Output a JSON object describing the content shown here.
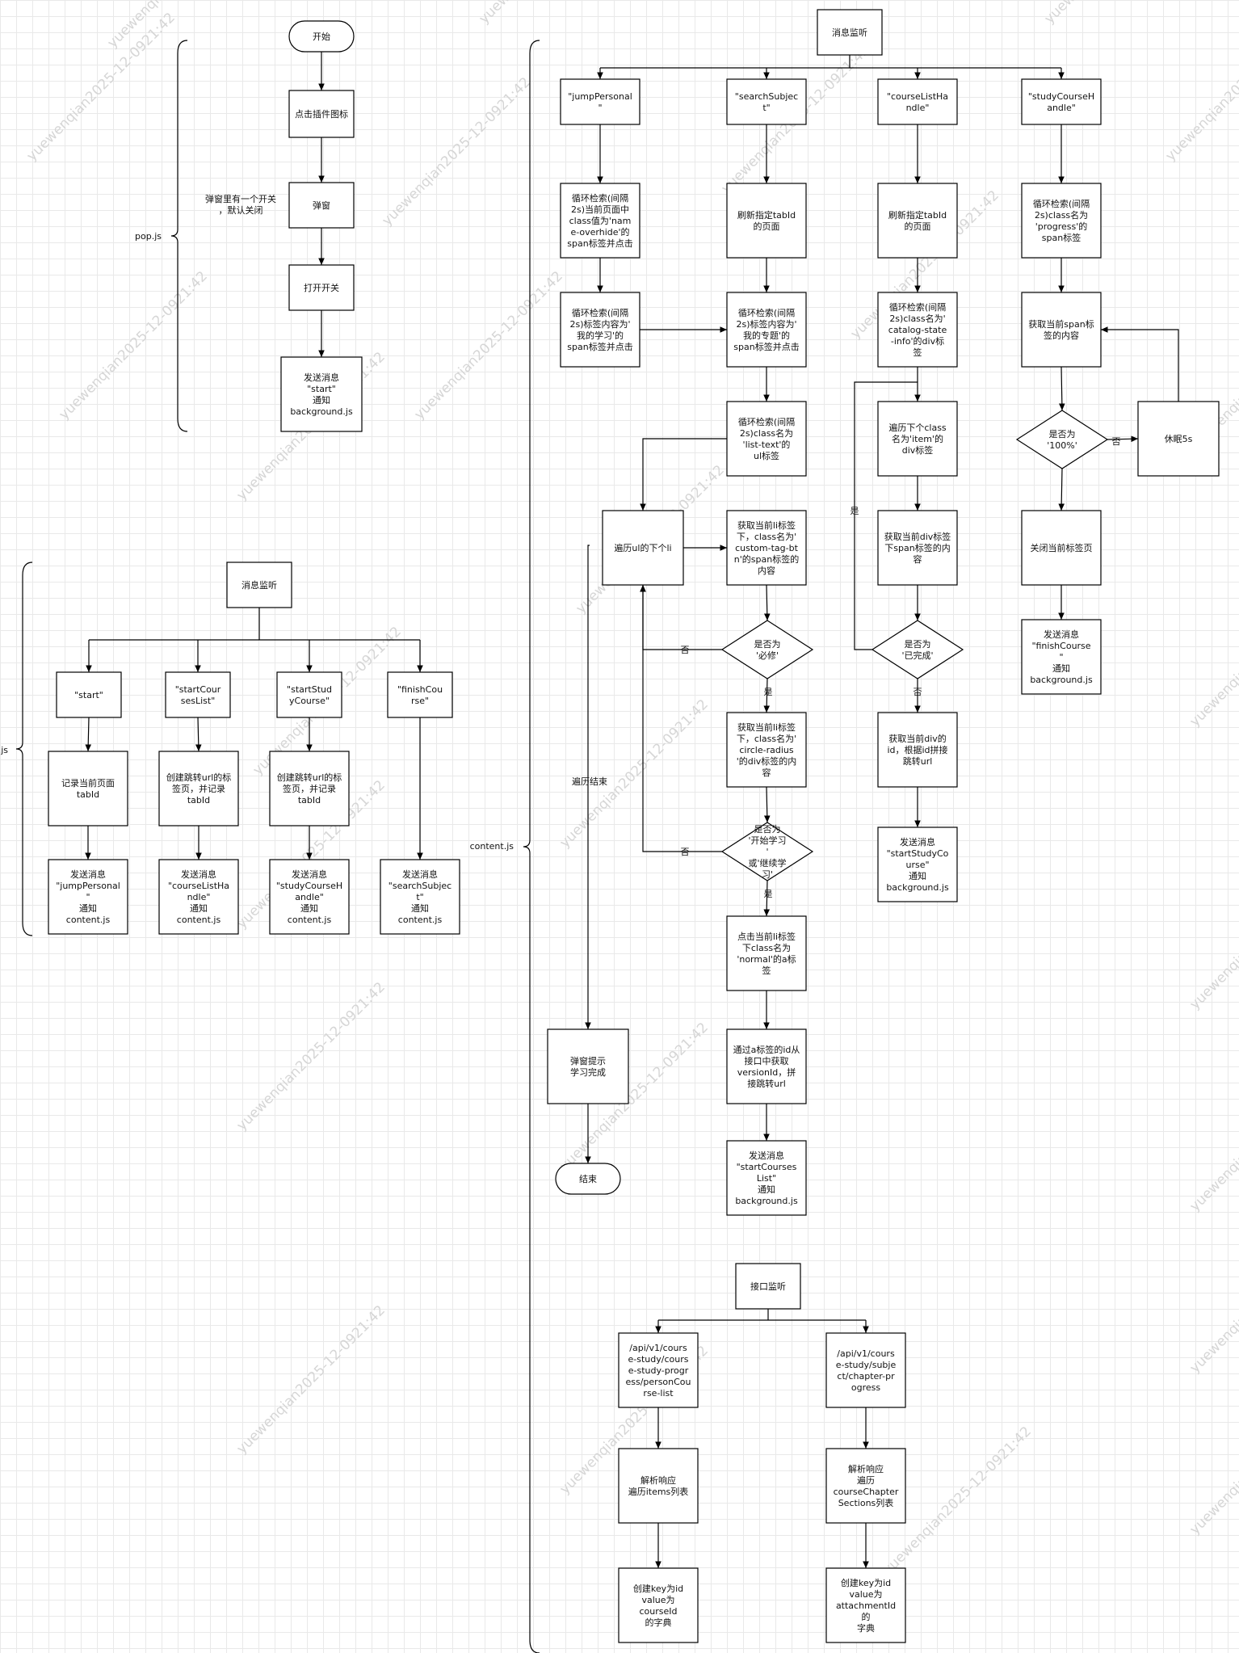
{
  "watermark": "yuewenqian2025-12-0921:42",
  "sections": {
    "pop": "pop.js",
    "background": ".js",
    "content": "content.js"
  },
  "pop": {
    "start": "开始",
    "click_icon": "点击插件图标",
    "popup": "弹窗",
    "popup_note": "弹窗里有一个开关，默认关闭",
    "open_switch": "打开开关",
    "send_start": "发送消息\n\"start\"\n通知\nbackground.js"
  },
  "background": {
    "listener": "消息监听",
    "start": "\"start\"",
    "start_course_list": "\"startCoursesList\"",
    "start_study_course": "\"startStudyCourse\"",
    "finish_course": "\"finishCourse\"",
    "record_tab": "记录当前页面tabId",
    "create_tab_1": "创建跳转url的标签页，并记录tabId",
    "create_tab_2": "创建跳转url的标签页，并记录tabId",
    "send_jump": "发送消息\n\"jumpPersonal\"\n通知content.js",
    "send_course_list": "发送消息\n\"courseListHandle\"\n通知content.js",
    "send_study": "发送消息\n\"studyCourseHandle\"\n通知content.js",
    "send_search": "发送消息\n\"searchSubject\"\n通知content.js"
  },
  "content": {
    "listener": "消息监听",
    "jump_personal": "\"jumpPersonal\"",
    "search_subject": "\"searchSubject\"",
    "course_list_handle": "\"courseListHandle\"",
    "study_course_handle": "\"studyCourseHandle\"",
    "jp_loop1": "循环检索(间隔2s)当前页面中class值为'name-overhide'的span标签并点击",
    "jp_loop2": "循环检索(间隔2s)标签内容为'我的学习'的span标签并点击",
    "ss_refresh": "刷新指定tabId的页面",
    "ss_loop_topic": "循环检索(间隔2s)标签内容为'我的专题'的span标签并点击",
    "ss_loop_ul": "循环检索(间隔2s)class名为'list-text'的ul标签",
    "traverse_li": "遍历ul的下个li",
    "get_tag_btn": "获取当前li标签下，class名为'custom-tag-btn'的span标签的内容",
    "is_required": "是否为\n'必修'",
    "get_circle": "获取当前li标签下，class名为'circle-radius'的div标签的内容",
    "is_start_study": "是否为\n'开始学习'\n或'继续学习'",
    "click_normal": "点击当前li标签下class名为'normal'的a标签",
    "get_version": "通过a标签的id从接口中获取versionId，拼接跳转url",
    "send_course_list": "发送消息\n\"startCoursesList\"\n通知\nbackground.js",
    "traverse_end": "遍历结束",
    "popup_done": "弹窗提示\n学习完成",
    "end": "结束",
    "cl_refresh": "刷新指定tabId的页面",
    "cl_loop": "循环检索(间隔2s)class名为'catalog-state-info'的div标签",
    "cl_traverse": "遍历下个class名为'item'的div标签",
    "cl_get_span": "获取当前div标签下span标签的内容",
    "cl_is_done": "是否为\n'已完成'",
    "cl_get_id": "获取当前div的id，根据id拼接跳转url",
    "send_study_course": "发送消息\n\"startStudyCourse\"\n通知\nbackground.js",
    "sc_loop": "循环检索(间隔2s)class名为'progress'的span标签",
    "sc_get_span": "获取当前span标签的内容",
    "sc_is_100": "是否为\n'100%'",
    "sc_sleep": "休眠5s",
    "sc_close": "关闭当前标签页",
    "send_finish": "发送消息\n\"finishCourse\"\n通知\nbackground.js",
    "yes": "是",
    "no": "否"
  },
  "api": {
    "listener": "接口监听",
    "endpoint_1": "/api/v1/course-study/course-study-progress/personCourse-list",
    "endpoint_2": "/api/v1/course-study/subject/chapter-progress",
    "parse_1": "解析响应\n遍历items列表",
    "parse_2": "解析响应\n遍历\ncourseChapterSections列表",
    "dict_1": "创建key为id\nvalue为courseId\n的字典",
    "dict_2": "创建key为id\nvalue为\nattachmentId的\n字典"
  }
}
